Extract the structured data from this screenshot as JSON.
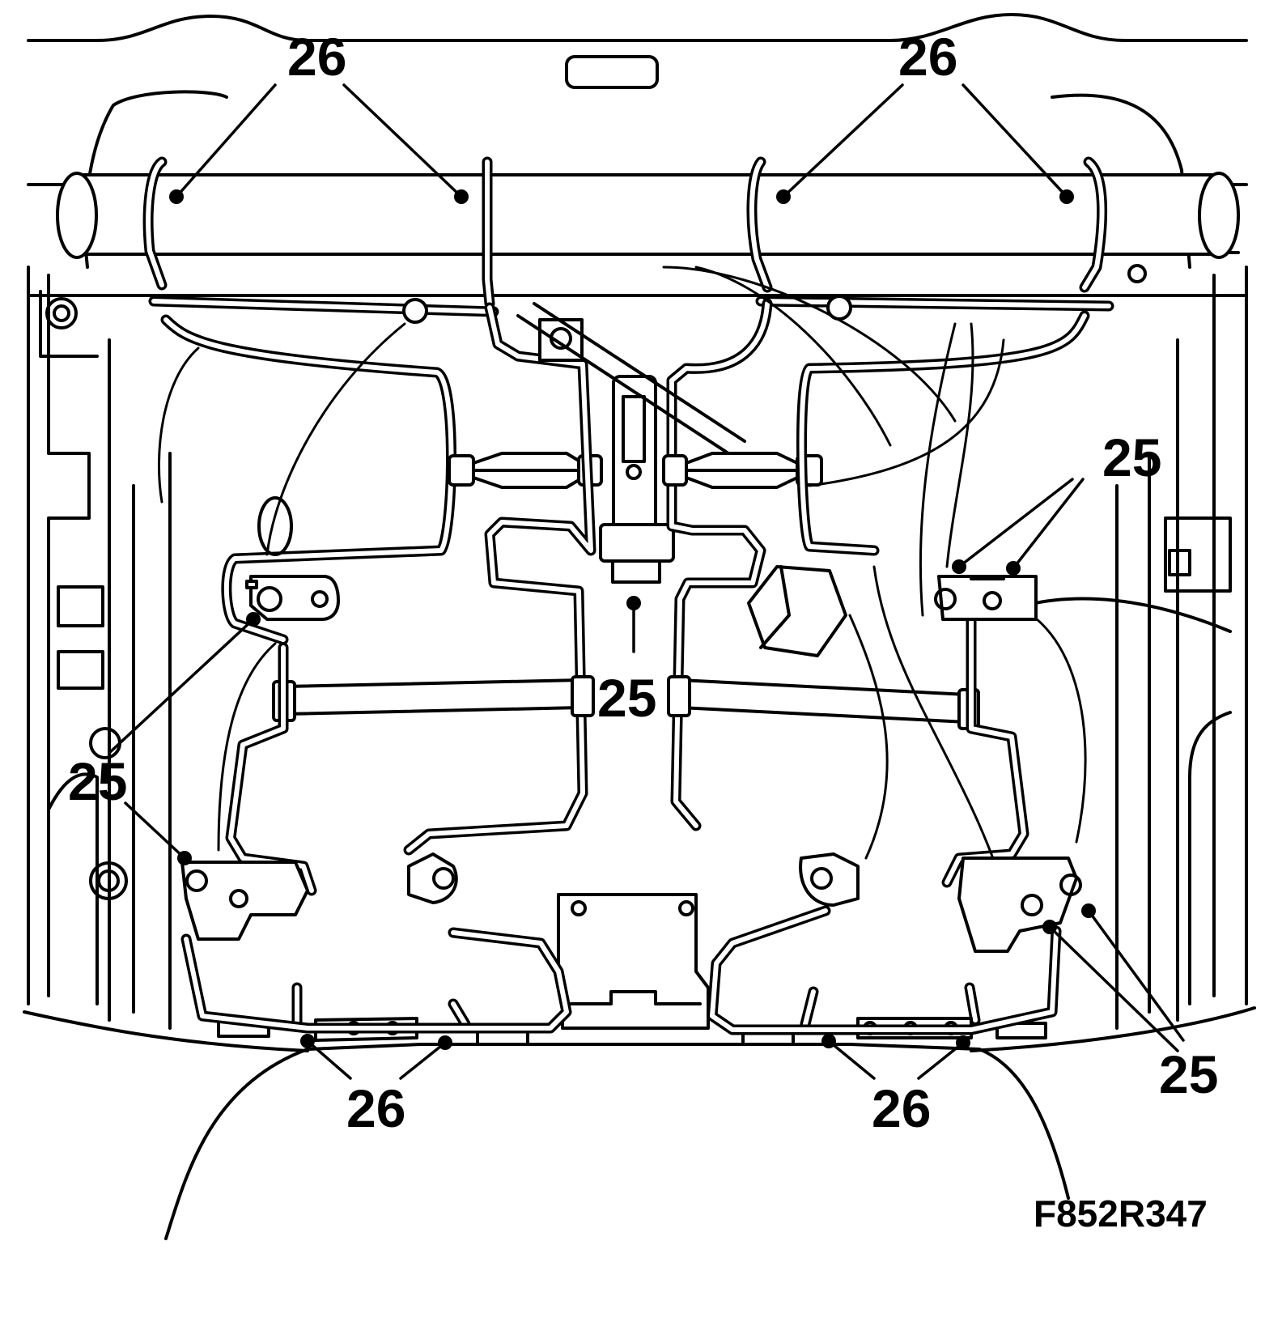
{
  "figure_id": "F852R347",
  "callouts": [
    {
      "id": "c26-top-left",
      "text": "26"
    },
    {
      "id": "c26-top-right",
      "text": "26"
    },
    {
      "id": "c25-right-upper",
      "text": "25"
    },
    {
      "id": "c25-center",
      "text": "25"
    },
    {
      "id": "c25-left",
      "text": "25"
    },
    {
      "id": "c26-bottom-left",
      "text": "26"
    },
    {
      "id": "c26-bottom-right",
      "text": "26"
    },
    {
      "id": "c25-right-lower",
      "text": "25"
    }
  ]
}
